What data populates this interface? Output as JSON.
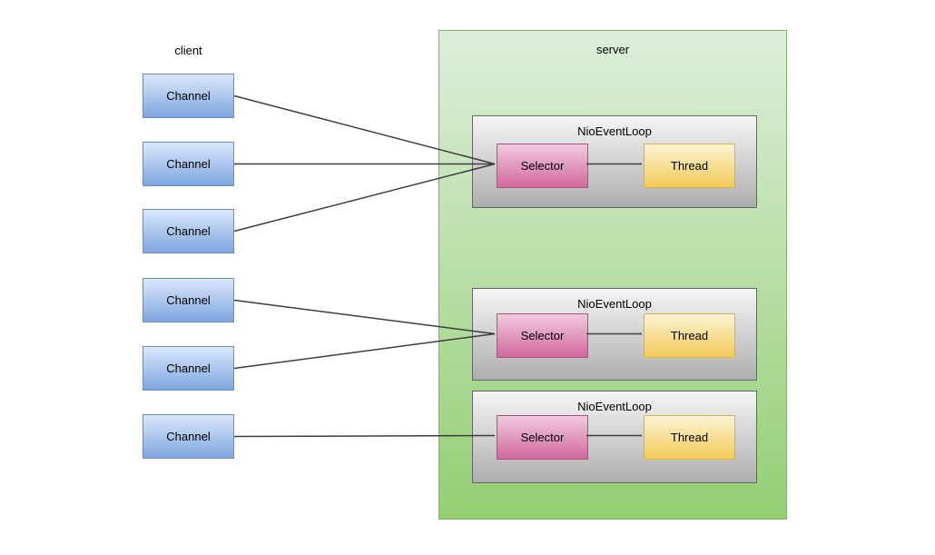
{
  "diagram": {
    "client": {
      "label": "client",
      "channels": [
        {
          "label": "Channel"
        },
        {
          "label": "Channel"
        },
        {
          "label": "Channel"
        },
        {
          "label": "Channel"
        },
        {
          "label": "Channel"
        },
        {
          "label": "Channel"
        }
      ]
    },
    "server": {
      "label": "server",
      "event_loops": [
        {
          "title": "NioEventLoop",
          "selector_label": "Selector",
          "thread_label": "Thread"
        },
        {
          "title": "NioEventLoop",
          "selector_label": "Selector",
          "thread_label": "Thread"
        },
        {
          "title": "NioEventLoop",
          "selector_label": "Selector",
          "thread_label": "Thread"
        }
      ]
    },
    "connections": [
      {
        "from": "Channel 1",
        "to": "NioEventLoop 1 Selector"
      },
      {
        "from": "Channel 2",
        "to": "NioEventLoop 1 Selector"
      },
      {
        "from": "Channel 3",
        "to": "NioEventLoop 1 Selector"
      },
      {
        "from": "Channel 4",
        "to": "NioEventLoop 2 Selector"
      },
      {
        "from": "Channel 5",
        "to": "NioEventLoop 2 Selector"
      },
      {
        "from": "Channel 6",
        "to": "NioEventLoop 3 Selector"
      },
      {
        "from": "NioEventLoop 1 Selector",
        "to": "NioEventLoop 1 Thread"
      },
      {
        "from": "NioEventLoop 2 Selector",
        "to": "NioEventLoop 2 Thread"
      },
      {
        "from": "NioEventLoop 3 Selector",
        "to": "NioEventLoop 3 Thread"
      }
    ],
    "colors": {
      "channel_fill_top": "#dae8fc",
      "channel_fill_bottom": "#7ea6e0",
      "channel_border": "#6c8ebf",
      "server_fill_top": "#ddeeda",
      "server_fill_bottom": "#94cf74",
      "server_border": "#82b366",
      "event_loop_fill_top": "#f5f5f5",
      "event_loop_fill_bottom": "#aeaeae",
      "event_loop_border": "#666666",
      "selector_fill_top": "#f0cade",
      "selector_fill_bottom": "#d2699e",
      "selector_border": "#a85584",
      "thread_fill_top": "#fdf3d3",
      "thread_fill_bottom": "#f3cb57",
      "thread_border": "#d9b342",
      "connection_line": "#3d3d3d",
      "text": "#000000",
      "background": "#ffffff"
    }
  }
}
